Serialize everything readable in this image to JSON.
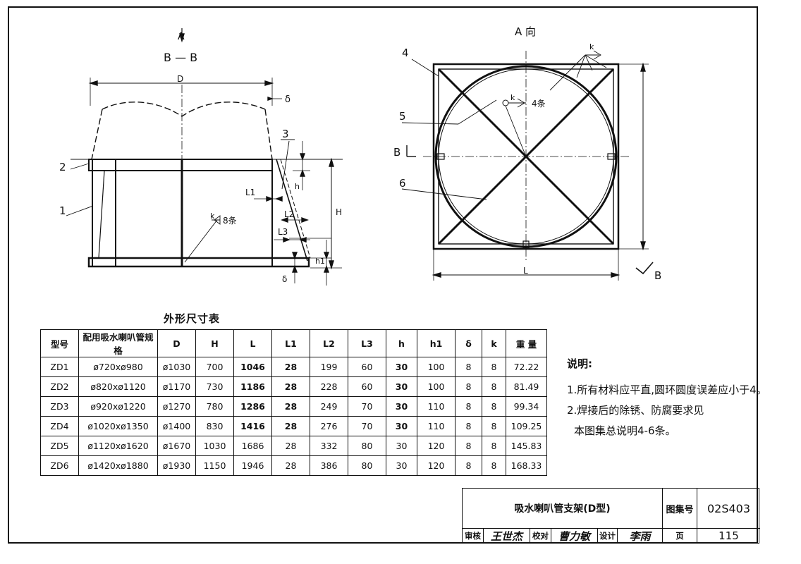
{
  "drawing": {
    "section_label": "B — B",
    "view_arrow_label": "A",
    "view_title": "A 向",
    "dim_D": "D",
    "dim_delta": "δ",
    "dim_H": "H",
    "dim_h": "h",
    "dim_h1": "h1",
    "dim_L": "L",
    "dim_L1": "L1",
    "dim_L2": "L2",
    "dim_L3": "L3",
    "weld_k": "k",
    "weld_8": "8条",
    "weld_4": "4条",
    "callouts": [
      "1",
      "2",
      "3",
      "4",
      "5",
      "6"
    ],
    "section_mark": "B",
    "section_mark2": "B"
  },
  "table": {
    "title": "外形尺寸表",
    "headers": [
      "型号",
      "配用吸水喇叭管规格",
      "D",
      "H",
      "L",
      "L1",
      "L2",
      "L3",
      "h",
      "h1",
      "δ",
      "k",
      "重 量"
    ],
    "rows": [
      [
        "ZD1",
        "ø720xø980",
        "ø1030",
        "700",
        "1046",
        "28",
        "199",
        "60",
        "30",
        "100",
        "8",
        "8",
        "72.22"
      ],
      [
        "ZD2",
        "ø820xø1120",
        "ø1170",
        "730",
        "1186",
        "28",
        "228",
        "60",
        "30",
        "100",
        "8",
        "8",
        "81.49"
      ],
      [
        "ZD3",
        "ø920xø1220",
        "ø1270",
        "780",
        "1286",
        "28",
        "249",
        "70",
        "30",
        "110",
        "8",
        "8",
        "99.34"
      ],
      [
        "ZD4",
        "ø1020xø1350",
        "ø1400",
        "830",
        "1416",
        "28",
        "276",
        "70",
        "30",
        "110",
        "8",
        "8",
        "109.25"
      ],
      [
        "ZD5",
        "ø1120xø1620",
        "ø1670",
        "1030",
        "1686",
        "28",
        "332",
        "80",
        "30",
        "120",
        "8",
        "8",
        "145.83"
      ],
      [
        "ZD6",
        "ø1420xø1880",
        "ø1930",
        "1150",
        "1946",
        "28",
        "386",
        "80",
        "30",
        "120",
        "8",
        "8",
        "168.33"
      ]
    ]
  },
  "notes": {
    "heading": "说明:",
    "line1": "1.所有材料应平直,圆环圆度误差应小于4。",
    "line2": "2.焊接后的除锈、防腐要求见",
    "line3": "本图集总说明4-6条。"
  },
  "title_block": {
    "title": "吸水喇叭管支架(D型)",
    "atlas_label": "图集号",
    "atlas_value": "02S403",
    "review_label": "审核",
    "review_sign": "王世杰",
    "check_label": "校对",
    "check_sign": "曹力敏",
    "design_label": "设计",
    "design_sign": "李雨",
    "page_label": "页",
    "page_value": "115"
  }
}
